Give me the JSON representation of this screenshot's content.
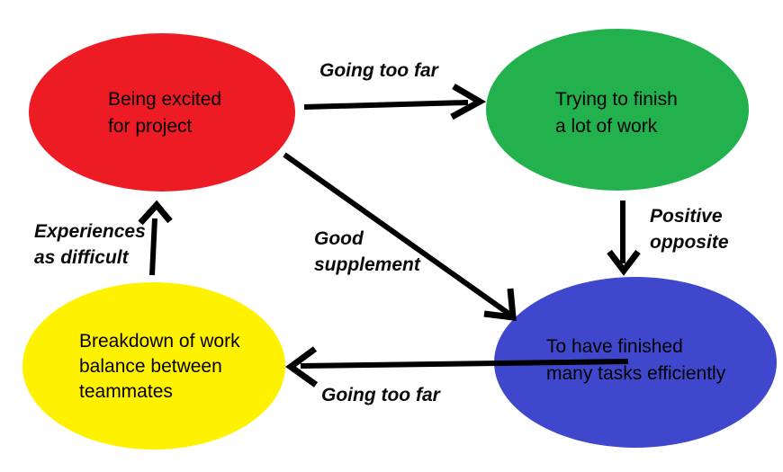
{
  "diagram": {
    "title": "compensatory dynamics diagram",
    "background_color": "#ffffff",
    "arrow_color": "#000000",
    "text_color": "#000000",
    "nodes": [
      {
        "id": "being-excited",
        "label": "Being excited\nfor project",
        "color": "#ED1C24",
        "color_name": "red"
      },
      {
        "id": "trying-to-finish",
        "label": "Trying to finish\na lot of work",
        "color": "#22B14C",
        "color_name": "green"
      },
      {
        "id": "finished-tasks",
        "label": "To have finished\nmany tasks efficiently",
        "color": "#3F48CC",
        "color_name": "blue"
      },
      {
        "id": "breakdown",
        "label": "Breakdown of work\nbalance between\nteammates",
        "color": "#FFF200",
        "color_name": "yellow"
      }
    ],
    "edges": [
      {
        "from": "being-excited",
        "to": "trying-to-finish",
        "label": "Going too far"
      },
      {
        "from": "trying-to-finish",
        "to": "finished-tasks",
        "label": "Positive\nopposite"
      },
      {
        "from": "being-excited",
        "to": "finished-tasks",
        "label": "Good\nsupplement"
      },
      {
        "from": "finished-tasks",
        "to": "breakdown",
        "label": "Going too far"
      },
      {
        "from": "breakdown",
        "to": "being-excited",
        "label": "Experiences\nas difficult"
      }
    ]
  }
}
